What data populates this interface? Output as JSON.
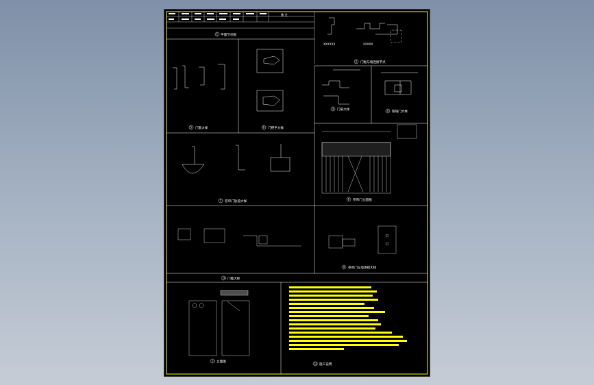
{
  "window": {
    "title": ""
  },
  "colors": {
    "background_top": "#7f90a8",
    "background_bottom": "#c5ccd6",
    "sheet": "#000000",
    "frame": "#ffff00",
    "linework": "#ffffff",
    "notes": "#ffff00"
  },
  "drawing": {
    "header": {
      "label": "备 注"
    },
    "panels": [
      {
        "id": "p1",
        "number": "1",
        "caption": "平面节点图"
      },
      {
        "id": "p2",
        "number": "2",
        "caption": "门框与墙连接节点"
      },
      {
        "id": "p3",
        "number": "3",
        "caption": "门扇大样"
      },
      {
        "id": "p4",
        "number": "4",
        "caption": "玻璃门大样"
      },
      {
        "id": "p5",
        "number": "5",
        "caption": "门套大样"
      },
      {
        "id": "p6",
        "number": "6",
        "caption": "门把手大样"
      },
      {
        "id": "p7",
        "number": "7",
        "caption": "卷帘门轨道大样"
      },
      {
        "id": "p8",
        "number": "8",
        "caption": "卷帘门立面图"
      },
      {
        "id": "p9",
        "number": "9",
        "caption": "卷帘门与墙连接大样"
      },
      {
        "id": "p10",
        "number": "10",
        "caption": "门槛大样"
      },
      {
        "id": "p11",
        "number": "11",
        "caption": "立面图"
      },
      {
        "id": "p12",
        "number": "12",
        "caption": "施工说明"
      }
    ]
  }
}
